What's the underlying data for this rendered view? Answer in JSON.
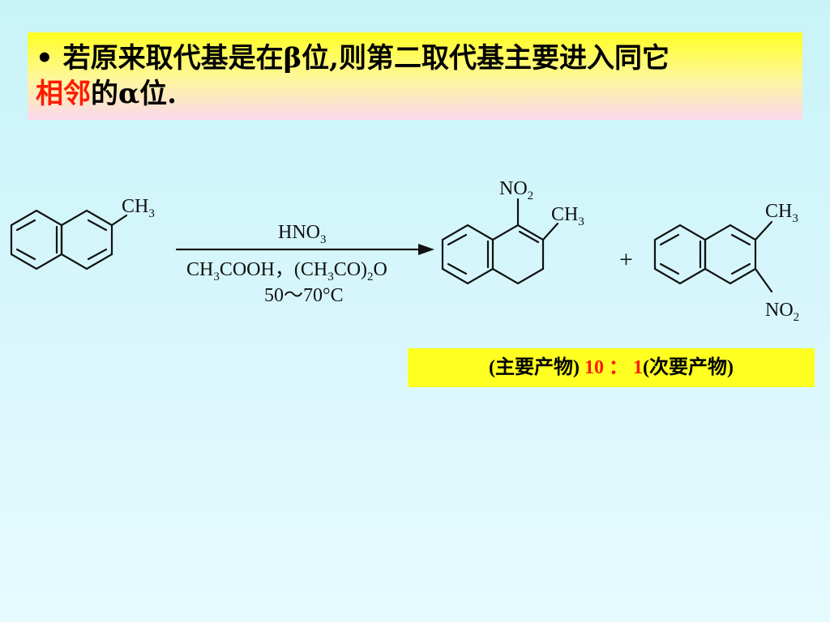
{
  "note": {
    "bullet": "•",
    "line1": "若原来取代基是在β位,则第二取代基主要进入同它",
    "line2_red": "相邻",
    "line2_rest": "的α位."
  },
  "reaction": {
    "reactant_substituent": {
      "main": "CH",
      "sub": "3"
    },
    "reagent_top": {
      "a": "HNO",
      "sub": "3"
    },
    "reagent_bottom": {
      "a": "CH",
      "s1": "3",
      "b": "COOH，(CH",
      "s2": "3",
      "c": "CO)",
      "s3": "2",
      "d": "O"
    },
    "conditions": "50～70°C",
    "product1_nitro": {
      "main": "NO",
      "sub": "2"
    },
    "product1_methyl": {
      "main": "CH",
      "sub": "3"
    },
    "plus": "+",
    "product2_methyl": {
      "main": "CH",
      "sub": "3"
    },
    "product2_nitro": {
      "main": "NO",
      "sub": "2"
    }
  },
  "ratio": {
    "major_label": "(主要产物) ",
    "major_value": "10",
    "separator": " ：  ",
    "minor_value": "1",
    "minor_label": "(次要产物)"
  },
  "colors": {
    "accent_red": "#ff1a00",
    "highlight_yellow": "#ffff22"
  }
}
